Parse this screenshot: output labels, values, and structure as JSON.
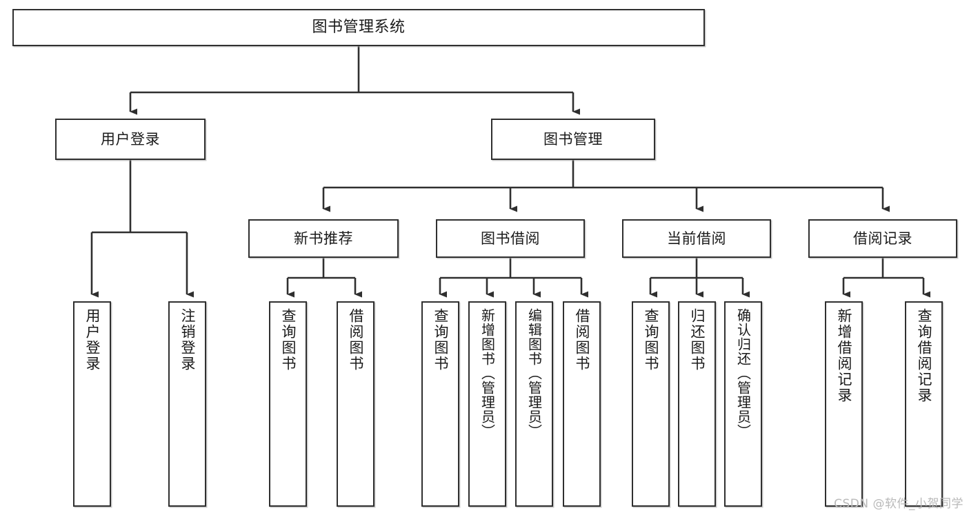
{
  "diagram": {
    "title": "图书管理系统",
    "type": "tree-hierarchy",
    "watermark": "CSDN @软件_小贺同学",
    "colors": {
      "box_border": "#2f2f2f",
      "box_fill": "#ffffff",
      "edge": "#2f2f2f",
      "text": "#1a1a1a",
      "watermark": "#b9b9b9",
      "background": "#ffffff"
    },
    "nodes": {
      "root": {
        "label": "图书管理系统"
      },
      "level1": [
        {
          "label": "用户登录"
        },
        {
          "label": "图书管理"
        }
      ],
      "level2": [
        {
          "label": "新书推荐"
        },
        {
          "label": "图书借阅"
        },
        {
          "label": "当前借阅"
        },
        {
          "label": "借阅记录"
        }
      ],
      "leaves": {
        "user_login": [
          {
            "label": "用户登录"
          },
          {
            "label": "注销登录"
          }
        ],
        "new_book_recommend": [
          {
            "label": "查询图书"
          },
          {
            "label": "借阅图书"
          }
        ],
        "book_borrow": [
          {
            "label": "查询图书"
          },
          {
            "label": "新增图书（管理员）"
          },
          {
            "label": "编辑图书（管理员）"
          },
          {
            "label": "借阅图书"
          }
        ],
        "current_borrow": [
          {
            "label": "查询图书"
          },
          {
            "label": "归还图书"
          },
          {
            "label": "确认归还（管理员）"
          }
        ],
        "borrow_record": [
          {
            "label": "新增借阅记录"
          },
          {
            "label": "查询借阅记录"
          }
        ]
      }
    }
  }
}
